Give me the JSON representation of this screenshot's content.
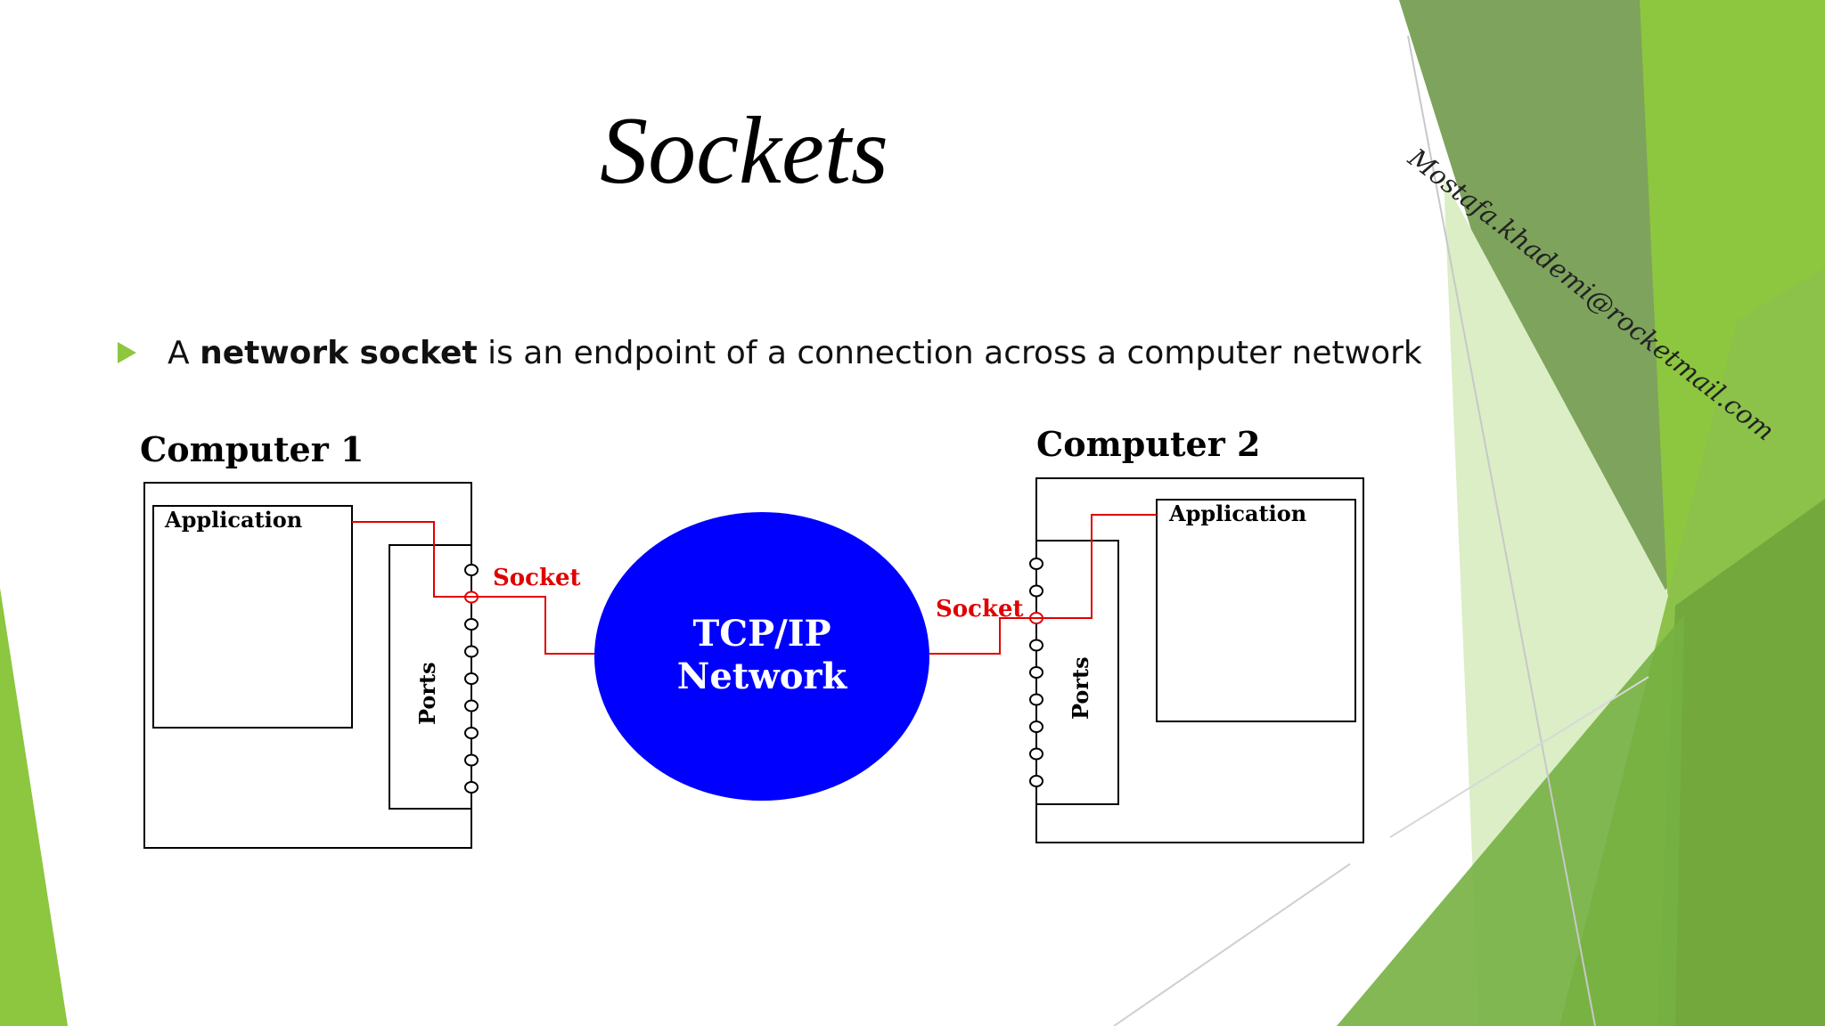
{
  "slide": {
    "title": "Sockets",
    "watermark": "Mostafa.khademi@rocketmail.com",
    "bullet": {
      "prefix": "A ",
      "bold": "network socket",
      "suffix": " is an endpoint of a connection across a computer network"
    },
    "accent_color": "#8dc63f"
  },
  "diagram": {
    "computer1": {
      "title": "Computer 1",
      "app_label": "Application",
      "ports_label": "Ports",
      "socket_label": "Socket"
    },
    "computer2": {
      "title": "Computer 2",
      "app_label": "Application",
      "ports_label": "Ports",
      "socket_label": "Socket"
    },
    "network": {
      "line1": "TCP/IP",
      "line2": "Network",
      "color": "#0000ff"
    },
    "link_color": "#e00000"
  }
}
